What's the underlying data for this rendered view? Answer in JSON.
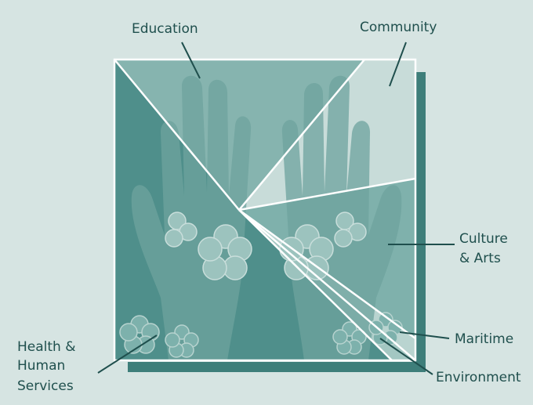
{
  "labels": {
    "education": "Education",
    "community": "Community",
    "culture_line1": "Culture",
    "culture_line2": "& Arts",
    "health_line1": "Health &",
    "health_line2": "Human",
    "health_line3": "Services",
    "maritime": "Maritime",
    "environment": "Environment"
  },
  "colors": {
    "background": "#d6e4e2",
    "dark_teal": "#4f8f8b",
    "mid_teal": "#7fb1ac",
    "light_teal": "#a9cbc7",
    "pale_wedge": "#c8dcd9",
    "shadow": "#3e7e7a",
    "text": "#1f4f4d"
  }
}
